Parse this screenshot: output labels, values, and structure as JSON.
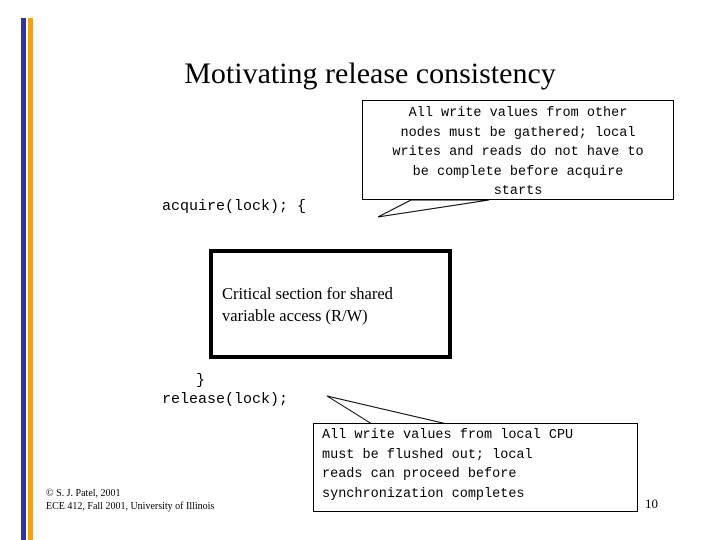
{
  "slide": {
    "title": "Motivating release consistency",
    "page_number": "10",
    "background_color": "#ffffff",
    "accent_bars": [
      {
        "name": "blue-bar",
        "color": "#333399"
      },
      {
        "name": "orange-bar",
        "color": "#F2A20C"
      }
    ]
  },
  "code": {
    "acquire": "acquire(lock); {",
    "close_brace": "}",
    "release": "release(lock);"
  },
  "critical_section": {
    "line1": "Critical section for shared",
    "line2": "variable access (R/W)"
  },
  "callouts": [
    {
      "id": "acquire-callout",
      "text": "All write values from other nodes must be gathered; local writes and reads do not have to be complete before acquire starts",
      "lines": [
        "All write values from other",
        "nodes must be gathered; local",
        "writes and reads do not have to",
        "be complete before acquire",
        "starts"
      ],
      "align": "center"
    },
    {
      "id": "release-callout",
      "text": "All write values from local CPU must be flushed out; local reads can proceed before synchronization completes",
      "lines": [
        "All write values from local CPU",
        "must be flushed out; local",
        "reads can proceed before",
        "synchronization completes"
      ],
      "align": "left"
    }
  ],
  "footer": {
    "copyright": "© S. J. Patel, 2001",
    "course": "ECE 412, Fall 2001, University of Illinois",
    "combined": "© S. J. Patel, 2001\nECE 412, Fall 2001, University of Illinois"
  }
}
